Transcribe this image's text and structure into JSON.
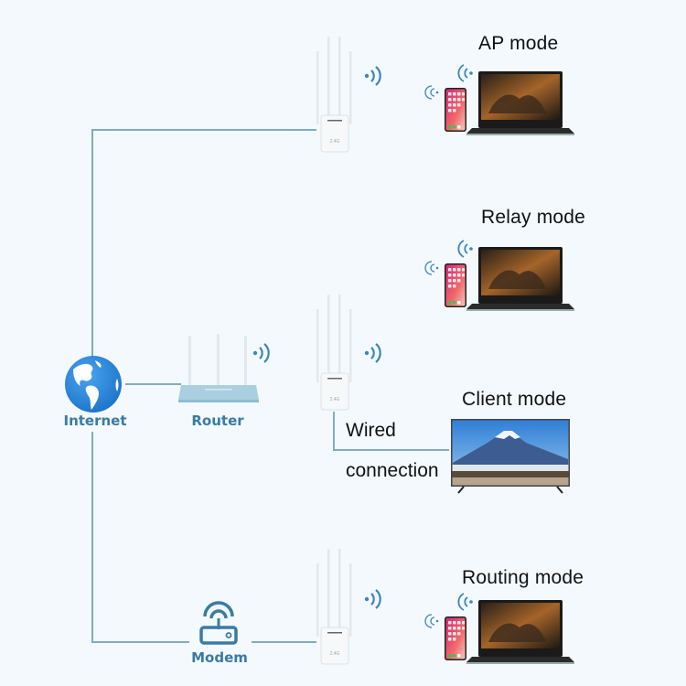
{
  "diagram": {
    "title": "Wireless repeater working modes",
    "colors": {
      "background": "#f3f9fd",
      "connector_line": "#80abc6",
      "label_blue": "#3a7ba3",
      "wifi_signal": "#3f86b3",
      "globe_blue": "#2f8ad8",
      "router_body": "#a9cfe0"
    },
    "nodes": {
      "internet": {
        "label": "Internet",
        "icon": "globe-icon"
      },
      "router": {
        "label": "Router",
        "icon": "router-icon"
      },
      "modem": {
        "label": "Modem",
        "icon": "modem-icon"
      }
    },
    "modes": [
      {
        "title": "AP mode",
        "devices": [
          "phone",
          "laptop"
        ]
      },
      {
        "title": "Relay mode",
        "devices": [
          "phone",
          "laptop"
        ]
      },
      {
        "title": "Client mode",
        "devices": [
          "tv"
        ]
      },
      {
        "title": "Routing mode",
        "devices": [
          "phone",
          "laptop"
        ]
      }
    ],
    "wired_connection": {
      "line1": "Wired",
      "line2": "connection"
    },
    "repeater": {
      "badge": "2.4G"
    }
  }
}
